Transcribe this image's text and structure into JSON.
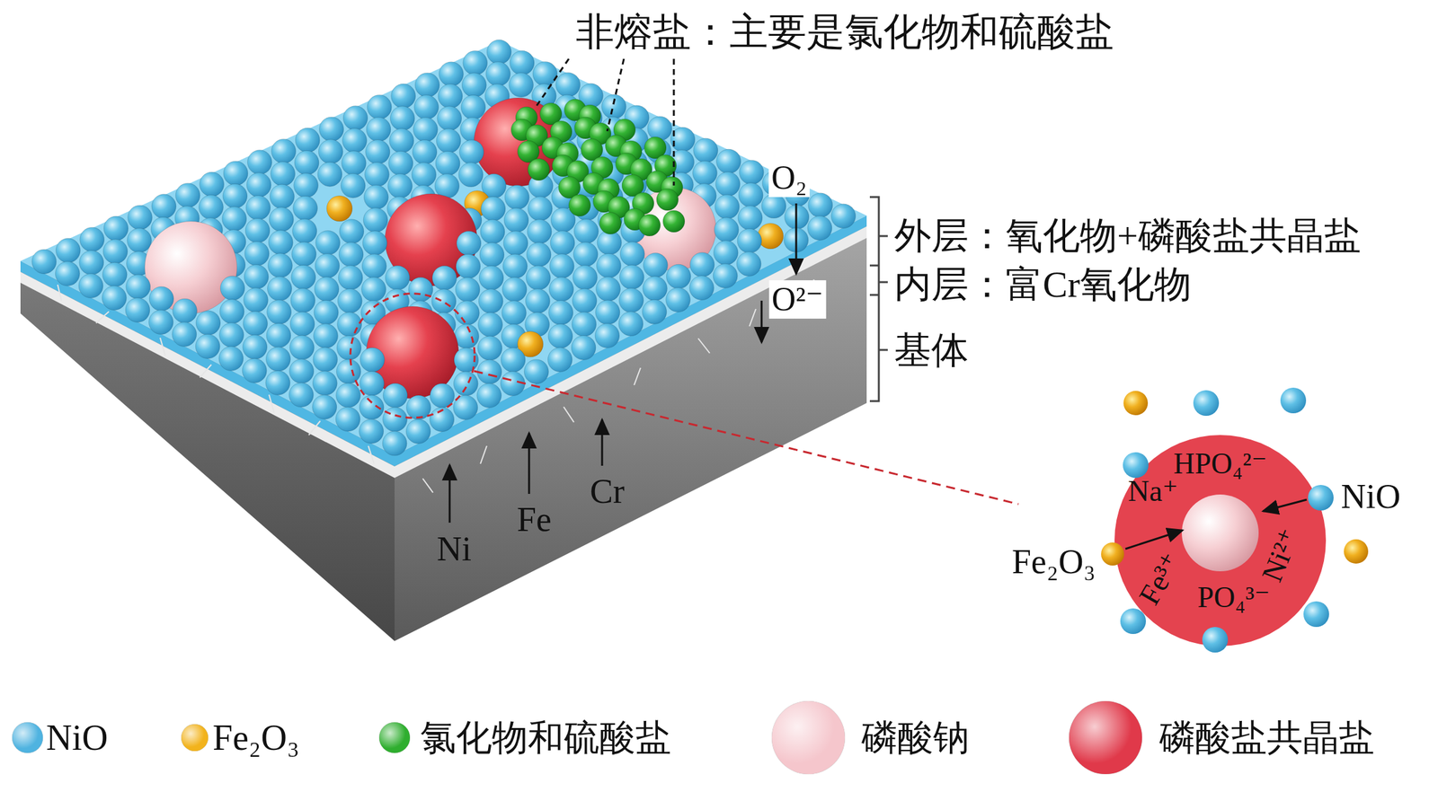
{
  "diagram": {
    "labels": [
      "非熔盐：主要是氯化物和硫酸盐",
      "O₂",
      "O²⁻",
      "外层：氧化物+磷酸盐共晶盐",
      "内层：富Cr氧化物",
      "基体",
      "Ni",
      "Fe",
      "Cr",
      "HPO₄²⁻",
      "Na⁺",
      "NiO",
      "Fe₂O₃",
      "Ni²⁺",
      "Fe³⁺",
      "PO₄³⁻"
    ],
    "legend": [
      {
        "text": "NiO",
        "color": "#4fb3e0"
      },
      {
        "text": "Fe₂O₃",
        "color": "#f2b31c"
      },
      {
        "text": "氯化物和硫酸盐",
        "color": "#2fae2f"
      },
      {
        "text": "磷酸钠",
        "color": "#f5c6cc"
      },
      {
        "text": "磷酸盐共晶盐",
        "color": "#e0394a"
      }
    ]
  }
}
